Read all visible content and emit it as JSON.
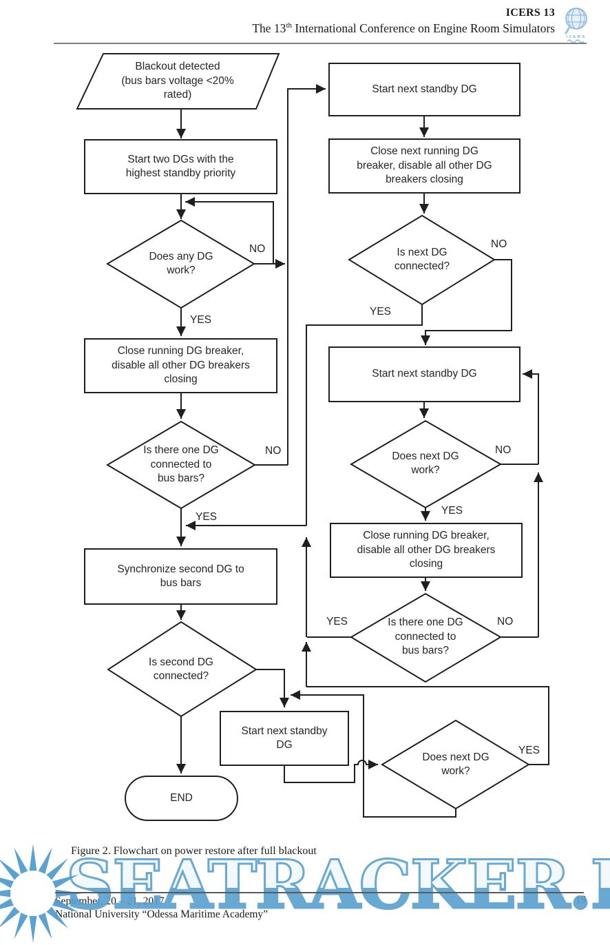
{
  "header": {
    "conference": "ICERS 13",
    "title_num": "The 13",
    "title_sup": "th",
    "title_rest": " International Conference on Engine Room Simulators",
    "logo_label": "ICERS"
  },
  "flowchart": {
    "nodes": {
      "blackout": "Blackout detected\n(bus bars voltage <20%\nrated)",
      "start_two_dgs": "Start two DGs with the\nhighest standby priority",
      "does_any_dg_work": "Does any DG\nwork?",
      "close_running_breaker_1": "Close running DG breaker,\ndisable all other DG breakers\nclosing",
      "one_dg_connected_1": "Is there one DG\nconnected to\nbus bars?",
      "synchronize_second": "Synchronize second DG to\nbus bars",
      "is_second_connected": "Is second DG\nconnected?",
      "end": "END",
      "start_next_standby_1": "Start next standby DG",
      "close_next_running": "Close next running DG\nbreaker, disable all other DG\nbreakers closing",
      "is_next_connected": "Is next DG\nconnected?",
      "start_next_standby_2": "Start next standby DG",
      "does_next_work_1": "Does next DG\nwork?",
      "close_running_breaker_2": "Close running DG breaker,\ndisable all other DG breakers\nclosing",
      "one_dg_connected_2": "Is there one DG\nconnected to\nbus bars?",
      "start_next_standby_3": "Start next standby\nDG",
      "does_next_work_2": "Does next DG\nwork?"
    },
    "edge_labels": {
      "yes": "YES",
      "no": "NO"
    }
  },
  "caption": "Figure 2. Flowchart on power restore after full blackout",
  "footer": {
    "dates": "September, 20 – 21, 2017",
    "institution": "National University “Odessa Maritime Academy”",
    "page_number": "19"
  },
  "watermark": {
    "text": "SEATRACKER.RU"
  },
  "colors": {
    "line": "#1f1f1f",
    "watermark_blue": "#58a0cf",
    "logo_blue": "#7fb0da"
  }
}
